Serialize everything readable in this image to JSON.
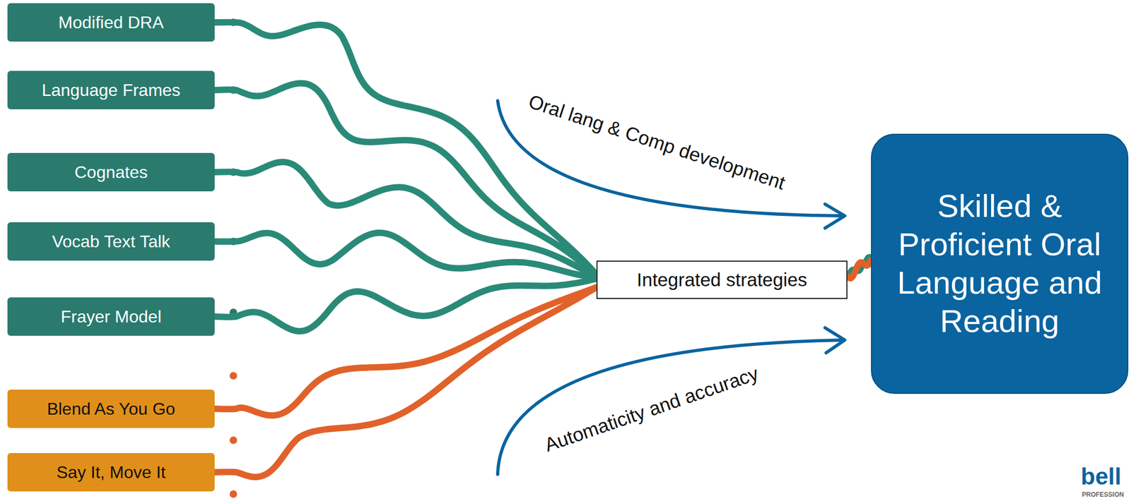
{
  "diagram": {
    "nodes": [
      {
        "text": [
          "Modified DRA"
        ]
      },
      {
        "text": [
          "Language Frames"
        ]
      },
      {
        "text": [
          "Cognates"
        ]
      },
      {
        "text": [
          "Vocab Text Talk"
        ]
      },
      {
        "text": [
          "Frayer Model"
        ]
      },
      {
        "text": [
          "Blend As You Go"
        ]
      },
      {
        "text": [
          "Say It, Move It"
        ]
      },
      {
        "text": [
          "Integrated strategies"
        ]
      },
      {
        "text": [
          "Skilled & Proficient Oral Language and Reading"
        ]
      }
    ],
    "edges": [
      {
        "from": 0,
        "to": 7,
        "arrow": "none"
      },
      {
        "from": 1,
        "to": 7,
        "arrow": "none"
      },
      {
        "from": 2,
        "to": 7,
        "arrow": "none"
      },
      {
        "from": 3,
        "to": 7,
        "arrow": "none"
      },
      {
        "from": 4,
        "to": 7,
        "arrow": "none"
      },
      {
        "from": 5,
        "to": 7,
        "arrow": "none"
      },
      {
        "from": 6,
        "to": 7,
        "arrow": "none"
      },
      {
        "from": 7,
        "to": 8,
        "arrow": "none"
      }
    ],
    "labels": [
      "Oral lang & Comp development",
      "Automaticity and accuracy",
      "bell",
      "PROFESSION"
    ]
  }
}
